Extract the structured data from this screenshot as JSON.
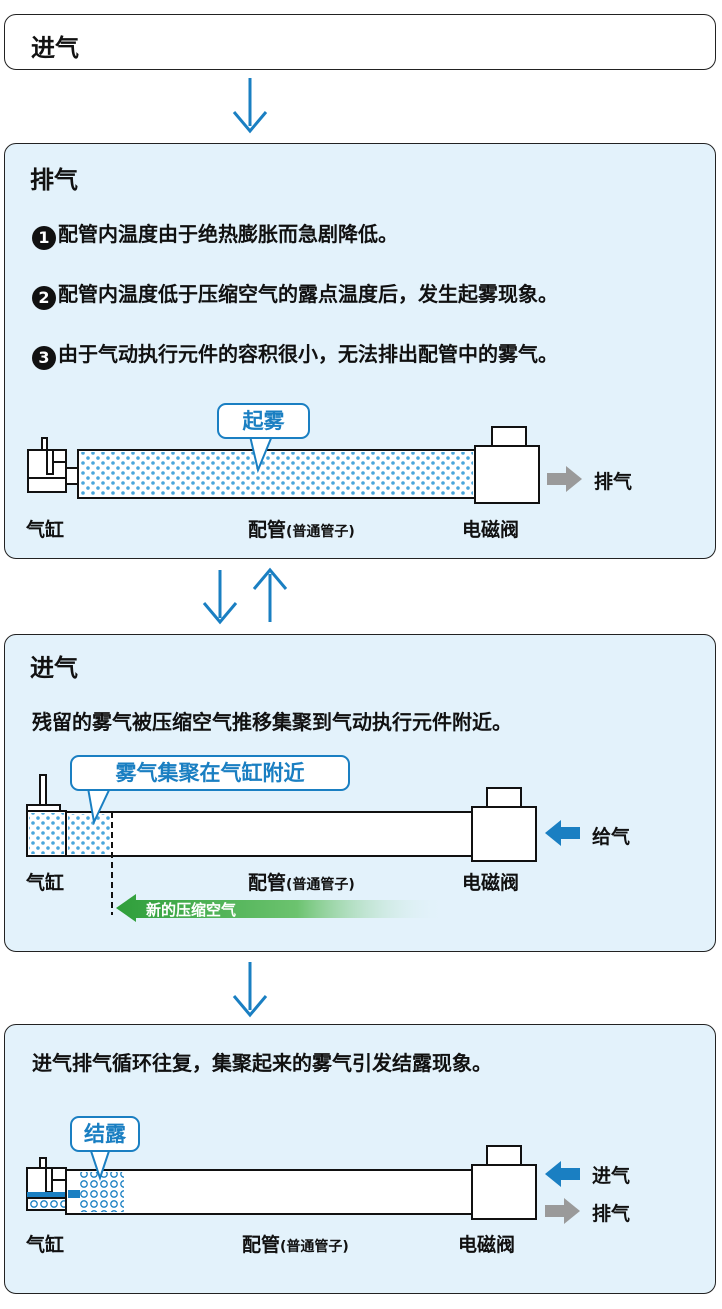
{
  "step1": {
    "title": "进气"
  },
  "step2": {
    "title": "排气",
    "items": [
      {
        "num": "1",
        "text": "配管内温度由于绝热膨胀而急剧降低。"
      },
      {
        "num": "2",
        "text": "配管内温度低于压缩空气的露点温度后，发生起雾现象。"
      },
      {
        "num": "3",
        "text": "由于气动执行元件的容积很小，无法排出配管中的雾气。"
      }
    ],
    "callout": "起雾",
    "cylinder_label": "气缸",
    "pipe_label": "配管",
    "pipe_sub": "(普通管子)",
    "valve_label": "电磁阀",
    "flow_label": "排气"
  },
  "step3": {
    "title": "进气",
    "text": "残留的雾气被压缩空气推移集聚到气动执行元件附近。",
    "callout": "雾气集聚在气缸附近",
    "cylinder_label": "气缸",
    "pipe_label": "配管",
    "pipe_sub": "(普通管子)",
    "valve_label": "电磁阀",
    "flow_label": "给气",
    "air_label": "新的压缩空气"
  },
  "step4": {
    "text": "进气排气循环往复，集聚起来的雾气引发结露现象。",
    "callout": "结露",
    "cylinder_label": "气缸",
    "pipe_label": "配管",
    "pipe_sub": "(普通管子)",
    "valve_label": "电磁阀",
    "flow_in_label": "进气",
    "flow_out_label": "排气"
  },
  "colors": {
    "panel": "#e3f2fb",
    "accent_blue": "#1a7fc2",
    "dot_blue": "#4aa6dc",
    "arrow_gray": "#9a9a9a",
    "air_green": "#2e9e3a"
  }
}
